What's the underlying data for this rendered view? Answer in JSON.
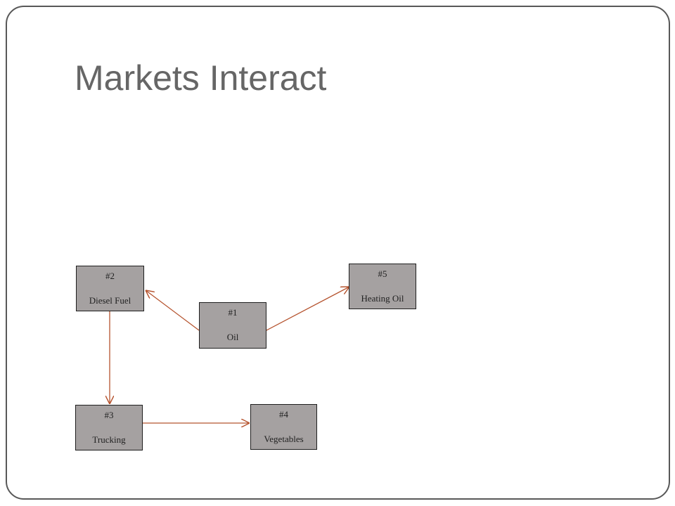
{
  "slide": {
    "title": "Markets Interact"
  },
  "diagram": {
    "nodes": [
      {
        "number": "#1",
        "label": "Oil"
      },
      {
        "number": "#2",
        "label": "Diesel Fuel"
      },
      {
        "number": "#3",
        "label": "Trucking"
      },
      {
        "number": "#4",
        "label": "Vegetables"
      },
      {
        "number": "#5",
        "label": "Heating Oil"
      }
    ],
    "edges": [
      {
        "from": "#1",
        "to": "#2"
      },
      {
        "from": "#1",
        "to": "#5"
      },
      {
        "from": "#2",
        "to": "#3"
      },
      {
        "from": "#3",
        "to": "#4"
      }
    ]
  },
  "colors": {
    "title": "#666666",
    "box_fill": "#a5a1a1",
    "box_border": "#1e1e1e",
    "box_text": "#222222",
    "arrow": "#b5532e",
    "frame_border": "#585858"
  }
}
